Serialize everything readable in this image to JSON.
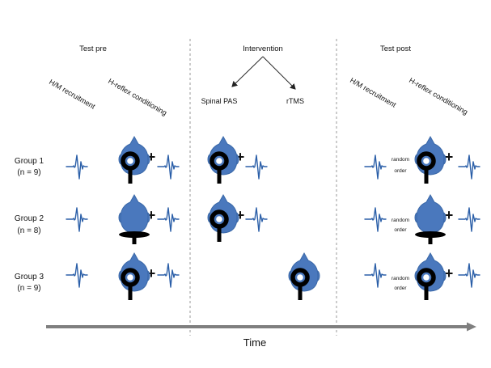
{
  "header": {
    "test_pre": "Test pre",
    "intervention": "Intervention",
    "test_post": "Test post"
  },
  "interventions": {
    "spinal_pas": "Spinal PAS",
    "rtms": "rTMS"
  },
  "methods": {
    "hm_recruitment": "H/M recruitment",
    "h_reflex_conditioning": "H-reflex conditioning"
  },
  "groups": [
    {
      "name": "Group 1",
      "n": "(n = 9)",
      "pre_coil": "figure-eight",
      "intervention": "spinal-pas",
      "post_coil": "figure-eight"
    },
    {
      "name": "Group 2",
      "n": "(n = 8)",
      "pre_coil": "sham",
      "intervention": "spinal-pas",
      "post_coil": "sham"
    },
    {
      "name": "Group 3",
      "n": "(n = 9)",
      "pre_coil": "figure-eight",
      "intervention": "rtms",
      "post_coil": "figure-eight"
    }
  ],
  "random_order": {
    "line1": "random",
    "line2": "order"
  },
  "plus_sign": "+",
  "axis": {
    "label": "Time"
  },
  "icons": {
    "head": "head-icon",
    "coil": "tms-coil-icon",
    "sham_coil": "sham-coil-icon",
    "emg": "emg-waveform-icon"
  },
  "colors": {
    "head_fill": "#4a78bd",
    "head_stroke": "#3a68a8",
    "waveform": "#2b5fa8",
    "coil": "#000000",
    "axis_arrow": "#7f7f7f",
    "separator": "#9a9a9a"
  }
}
